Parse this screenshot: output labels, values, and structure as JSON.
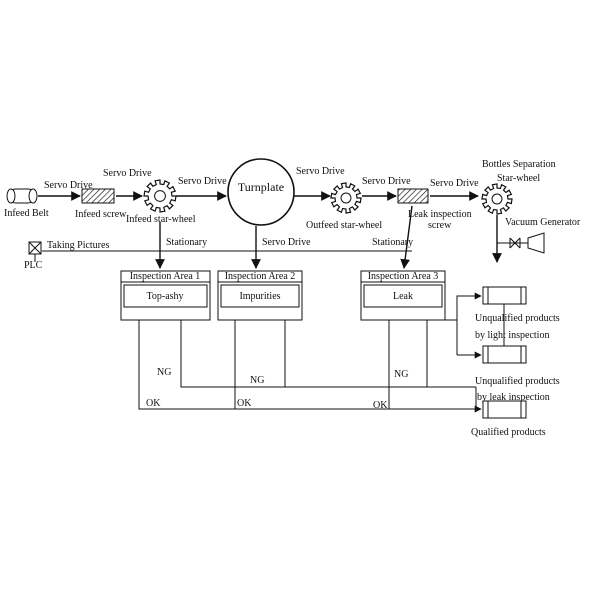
{
  "labels": {
    "servo_drive": "Servo Drive",
    "turnplate": "Turnplate",
    "infeed_belt": "Infeed Belt",
    "infeed_screw": "Infeed screw",
    "infeed_star_wheel": "Infeed star-wheel",
    "outfeed_star_wheel": "Outfeed  star-wheel",
    "leak_inspection_screw_1": "Leak inspection",
    "leak_inspection_screw_2": "screw",
    "bottles_separation_1": "Bottles Separation",
    "bottles_separation_2": "Star-wheel",
    "vacuum_generator": "Vacuum Generator",
    "taking_pictures": "Taking Pictures",
    "plc": "PLC",
    "stationary": "Stationary",
    "inspection_area_1": "Inspection Area 1",
    "inspection_area_2": "Inspection Area 2",
    "inspection_area_3": "Inspection Area 3",
    "top_ashy": "Top-ashy",
    "impurities": "Impurities",
    "leak": "Leak",
    "ng": "NG",
    "ok": "OK",
    "unqualified_light_1": "Unqualified products",
    "unqualified_light_2": "by light inspection",
    "unqualified_leak_1": "Unqualified products",
    "unqualified_leak_2": "by leak inspection",
    "qualified_products": "Qualified products"
  }
}
